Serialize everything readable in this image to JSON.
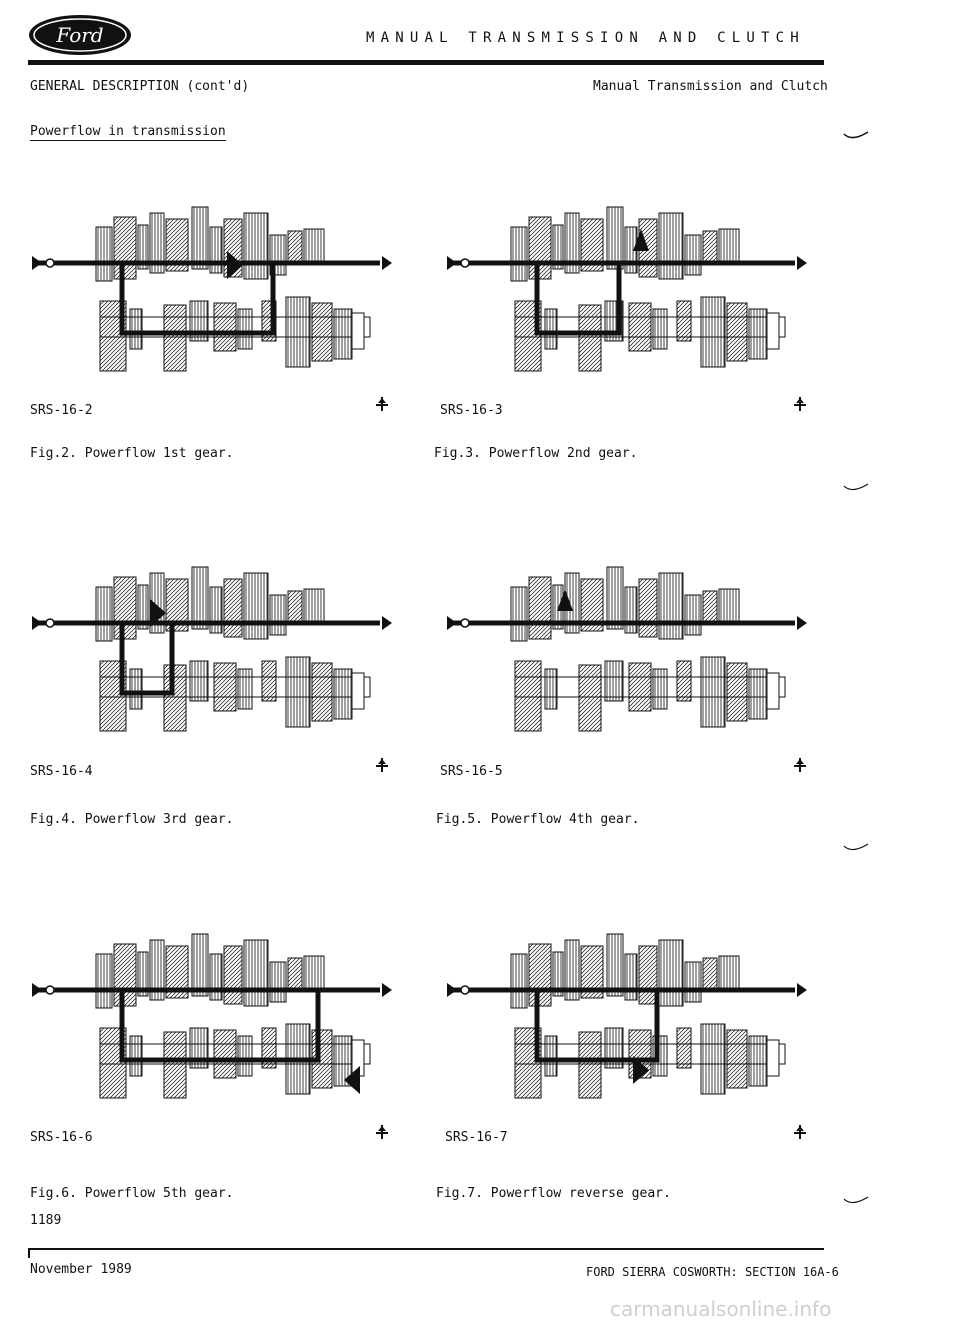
{
  "header": {
    "logo_text": "Ford",
    "title": "MANUAL TRANSMISSION AND CLUTCH"
  },
  "section": {
    "left": "GENERAL DESCRIPTION (cont'd)",
    "right": "Manual Transmission and Clutch"
  },
  "subheading": "Powerflow in transmission",
  "figures": [
    {
      "code": "SRS-16-2",
      "caption": "Fig.2. Powerflow 1st gear."
    },
    {
      "code": "SRS-16-3",
      "caption": "Fig.3. Powerflow 2nd gear."
    },
    {
      "code": "SRS-16-4",
      "caption": "Fig.4. Powerflow 3rd gear."
    },
    {
      "code": "SRS-16-5",
      "caption": "Fig.5. Powerflow 4th gear."
    },
    {
      "code": "SRS-16-6",
      "caption": "Fig.6. Powerflow 5th gear."
    },
    {
      "code": "SRS-16-7",
      "caption": "Fig.7. Powerflow reverse gear."
    }
  ],
  "page_code": "1189",
  "footer": {
    "left": "November 1989",
    "right": "FORD SIERRA COSWORTH: SECTION 16A-6"
  },
  "watermark": "carmanualsonline.info",
  "colors": {
    "ink": "#111111",
    "logo_blue": "#1d2a6b"
  }
}
